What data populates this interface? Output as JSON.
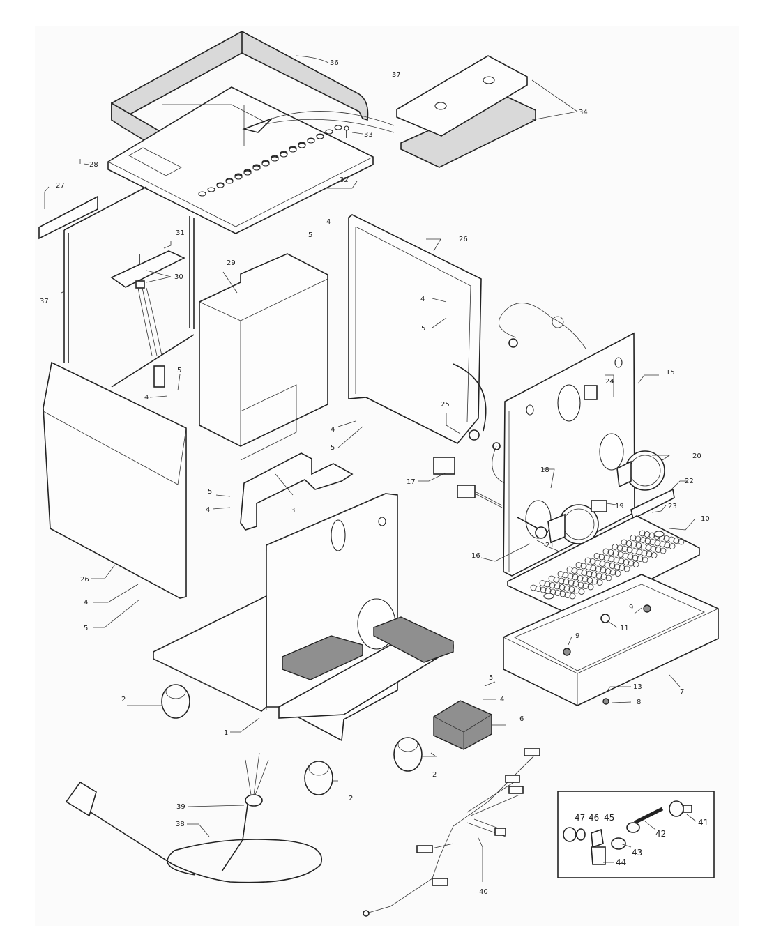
{
  "diagram": {
    "type": "exploded-parts-diagram",
    "part_labels": {
      "p1": "1",
      "p2a": "2",
      "p2b": "2",
      "p2c": "2",
      "p3": "3",
      "p4a": "4",
      "p4b": "4",
      "p4c": "4",
      "p4d": "4",
      "p4e": "4",
      "p4f": "4",
      "p4g": "4",
      "p5a": "5",
      "p5b": "5",
      "p5c": "5",
      "p5d": "5",
      "p5e": "5",
      "p5f": "5",
      "p5g": "5",
      "p6": "6",
      "p7": "7",
      "p8": "8",
      "p9a": "9",
      "p9b": "9",
      "p10": "10",
      "p11": "11",
      "p13": "13",
      "p15": "15",
      "p16": "16",
      "p17": "17",
      "p18": "18",
      "p19": "19",
      "p20": "20",
      "p21": "21",
      "p22": "22",
      "p23": "23",
      "p24": "24",
      "p25": "25",
      "p26a": "26",
      "p26b": "26",
      "p27": "27",
      "p28": "28",
      "p29": "29",
      "p30": "30",
      "p31": "31",
      "p32": "32",
      "p33": "33",
      "p34": "34",
      "p36": "36",
      "p37a": "37",
      "p37b": "37",
      "p38": "38",
      "p39": "39",
      "p40": "40",
      "p41": "41",
      "p42": "42",
      "p43": "43",
      "p44": "44",
      "p45": "45",
      "p46": "46",
      "p47": "47"
    },
    "colors": {
      "line": "#222222",
      "panel": "#fdfdfd",
      "shaded": "#d9d9d9",
      "dark": "#8f8f8f",
      "background": "#fbfbfb"
    }
  }
}
